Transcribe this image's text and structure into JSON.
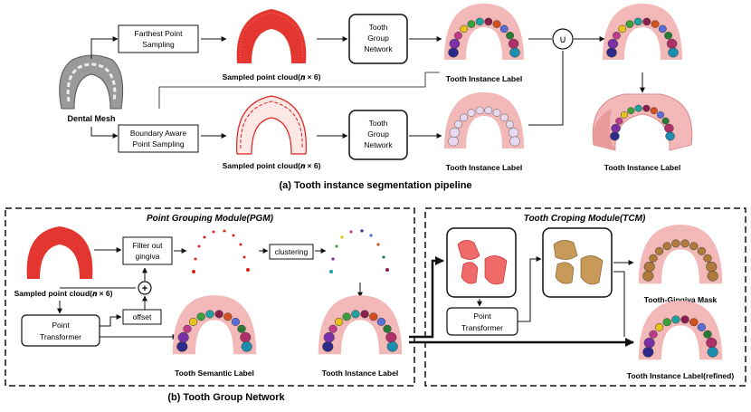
{
  "section_a": {
    "caption": "(a) Tooth instance segmentation pipeline",
    "input_label": "Dental Mesh",
    "fps_box": [
      "Farthest Point",
      "Sampling"
    ],
    "bps_box": [
      "Boundary Aware",
      "Point Sampling"
    ],
    "tgn_box_top": [
      "Tooth",
      "Group",
      "Network"
    ],
    "tgn_box_bottom": [
      "Tooth",
      "Group",
      "Network"
    ],
    "sampled_label_top": "Sampled point cloud(𝒏 × 6)",
    "sampled_label_bottom": "Sampled point cloud(𝒏 × 6)",
    "instance_label_top": "Tooth Instance Label",
    "instance_label_bottom": "Tooth Instance Label",
    "instance_label_final": "Tooth Instance Label",
    "union_symbol": "∪"
  },
  "section_b": {
    "caption": "(b) Tooth Group Network",
    "pgm_title": "Point Grouping Module(PGM)",
    "tcm_title": "Tooth Croping Module(TCM)",
    "sampled_label": "Sampled point cloud(𝒏 × 6)",
    "filter_box": [
      "Filter out",
      "gingiva"
    ],
    "clustering_box": "clustering",
    "offset_box": "offset",
    "plus_symbol": "+",
    "pt_box_left": [
      "Point",
      "Transformer"
    ],
    "pt_box_right": [
      "Point",
      "Transformer"
    ],
    "semantic_label": "Tooth Semantic Label",
    "instance_label": "Tooth Instance Label",
    "gingiva_mask_label": "Tooth-Gingiva Mask",
    "refined_label": "Tooth Instance Label(refined)"
  },
  "colors": {
    "point_cloud": "#e0201a",
    "gingiva": "#f3b8b8",
    "teeth": [
      "#2e2a8a",
      "#7b2fa8",
      "#c23a8c",
      "#e8c21a",
      "#3aa23a",
      "#1fa3a0",
      "#8a1f4e",
      "#d4501c",
      "#5a6ed8",
      "#2a7b3a",
      "#b0306a",
      "#1c8fb0"
    ],
    "crown_brown": "#b07a3a"
  }
}
